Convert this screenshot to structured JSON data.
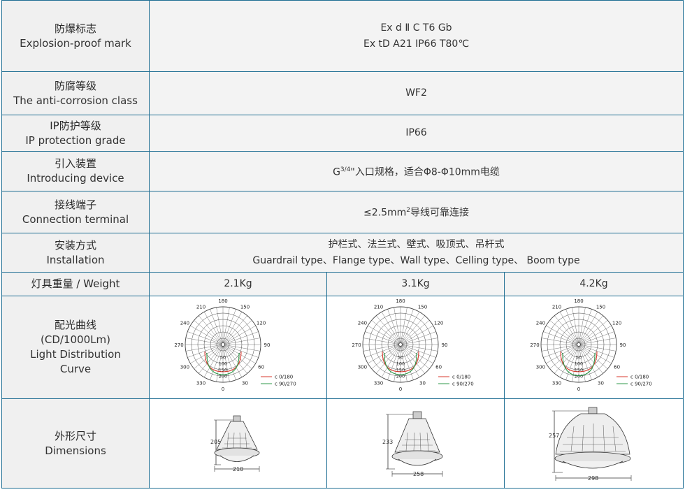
{
  "rows": {
    "explosion": {
      "label_zh": "防爆标志",
      "label_en": "Explosion-proof mark",
      "line1": "Ex d Ⅱ C T6 Gb",
      "line2": "Ex tD A21 IP66 T80℃"
    },
    "corrosion": {
      "label_zh": "防腐等级",
      "label_en": "The anti-corrosion class",
      "value": "WF2"
    },
    "ip": {
      "label_zh": "IP防护等级",
      "label_en": "IP protection grade",
      "value": "IP66"
    },
    "introducing": {
      "label_zh": "引入装置",
      "label_en": "Introducing device",
      "value_prefix": "G",
      "value_fraction": "3/4",
      "value_suffix": "\"入口规格，适合Φ8-Φ10mm电缆"
    },
    "terminal": {
      "label_zh": "接线端子",
      "label_en": "Connection terminal",
      "value_prefix": "≤2.5mm",
      "value_sup": "2",
      "value_suffix": "导线可靠连接"
    },
    "installation": {
      "label_zh": "安装方式",
      "label_en": "Installation",
      "value_zh": "护栏式、法兰式、壁式、吸顶式、吊杆式",
      "value_en": "Guardrail type、Flange type、Wall type、Celling type、 Boom type"
    },
    "weight": {
      "label": "灯具重量 / Weight",
      "values": [
        "2.1Kg",
        "3.1Kg",
        "4.2Kg"
      ]
    },
    "light": {
      "label_zh": "配光曲线",
      "label_unit": "(CD/1000Lm)",
      "label_en1": "Light Distribution",
      "label_en2": "Curve",
      "angles": [
        "180",
        "150",
        "120",
        "90",
        "60",
        "30",
        "0",
        "330",
        "300",
        "270",
        "240",
        "210"
      ],
      "radial": [
        "50",
        "100",
        "150",
        "200"
      ],
      "legend": [
        "c 0/180",
        "c 90/270"
      ],
      "curve_colors": [
        "#d83a2e",
        "#2f9a4a"
      ]
    },
    "dimensions": {
      "label_zh": "外形尺寸",
      "label_en": "Dimensions",
      "items": [
        {
          "height": "205",
          "width": "210"
        },
        {
          "height": "233",
          "width": "258"
        },
        {
          "height": "257",
          "width": "298"
        }
      ]
    }
  }
}
